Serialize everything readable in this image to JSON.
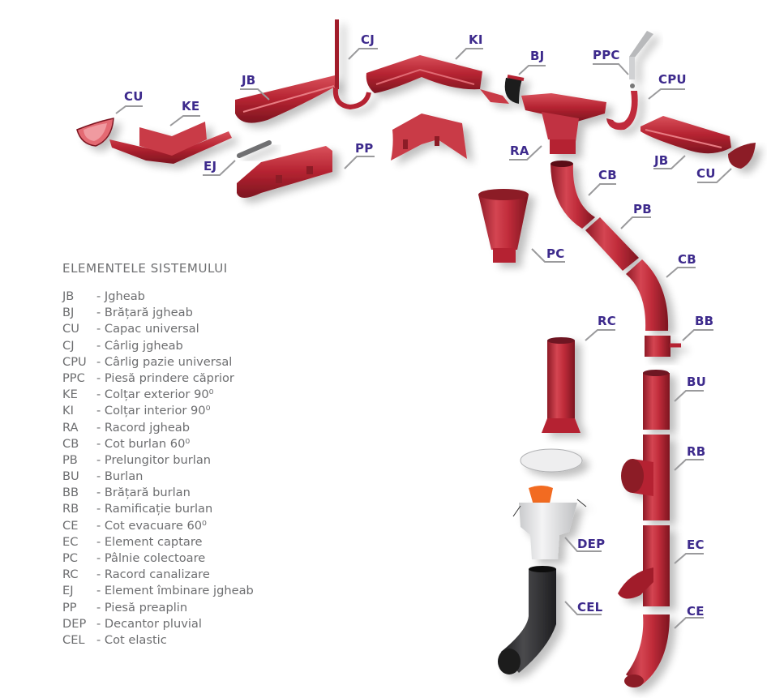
{
  "colors": {
    "gutter_red": "#b52331",
    "gutter_red_dark": "#7d1520",
    "gutter_red_light": "#d9505b",
    "label_purple": "#3d2a8c",
    "leader_gray": "#9a9a9c",
    "legend_text": "#6d6e70",
    "plastic_white": "#e6e7e8",
    "basket_orange": "#f26b21",
    "elastic_black": "#2d2d2f"
  },
  "legend": {
    "title": "ELEMENTELE SISTEMULUI",
    "items": [
      {
        "code": "JB",
        "desc": "- Jgheab"
      },
      {
        "code": "BJ",
        "desc": "- Brățară jgheab"
      },
      {
        "code": "CU",
        "desc": "- Capac universal"
      },
      {
        "code": "CJ",
        "desc": "- Cârlig jgheab"
      },
      {
        "code": "CPU",
        "desc": "- Cârlig pazie universal"
      },
      {
        "code": "PPC",
        "desc": "- Piesă prindere căprior"
      },
      {
        "code": "KE",
        "desc": "- Colțar exterior 90⁰"
      },
      {
        "code": "KI",
        "desc": "- Colțar interior 90⁰"
      },
      {
        "code": "RA",
        "desc": "- Racord jgheab"
      },
      {
        "code": "CB",
        "desc": "- Cot burlan 60⁰"
      },
      {
        "code": "PB",
        "desc": "- Prelungitor burlan"
      },
      {
        "code": "BU",
        "desc": "- Burlan"
      },
      {
        "code": "BB",
        "desc": "- Brățară burlan"
      },
      {
        "code": "RB",
        "desc": "- Ramificație burlan"
      },
      {
        "code": "CE",
        "desc": "- Cot evacuare 60⁰"
      },
      {
        "code": "EC",
        "desc": "- Element captare"
      },
      {
        "code": "PC",
        "desc": "- Pâlnie colectoare"
      },
      {
        "code": "RC",
        "desc": "- Racord canalizare"
      },
      {
        "code": "EJ",
        "desc": "- Element îmbinare jgheab"
      },
      {
        "code": "PP",
        "desc": "- Piesă preaplin"
      },
      {
        "code": "DEP",
        "desc": "- Decantor pluvial"
      },
      {
        "code": "CEL",
        "desc": "- Cot elastic"
      }
    ]
  },
  "callouts": [
    {
      "id": "cu-left",
      "text": "CU"
    },
    {
      "id": "ke",
      "text": "KE"
    },
    {
      "id": "jb-left",
      "text": "JB"
    },
    {
      "id": "cj",
      "text": "CJ"
    },
    {
      "id": "ki",
      "text": "KI"
    },
    {
      "id": "bj",
      "text": "BJ"
    },
    {
      "id": "ppc",
      "text": "PPC"
    },
    {
      "id": "cpu",
      "text": "CPU"
    },
    {
      "id": "ej",
      "text": "EJ"
    },
    {
      "id": "pp",
      "text": "PP"
    },
    {
      "id": "ra",
      "text": "RA"
    },
    {
      "id": "jb-right",
      "text": "JB"
    },
    {
      "id": "cu-right",
      "text": "CU"
    },
    {
      "id": "cb-top",
      "text": "CB"
    },
    {
      "id": "pb",
      "text": "PB"
    },
    {
      "id": "pc",
      "text": "PC"
    },
    {
      "id": "cb-bottom",
      "text": "CB"
    },
    {
      "id": "rc",
      "text": "RC"
    },
    {
      "id": "bb",
      "text": "BB"
    },
    {
      "id": "bu",
      "text": "BU"
    },
    {
      "id": "rb",
      "text": "RB"
    },
    {
      "id": "dep",
      "text": "DEP"
    },
    {
      "id": "ec",
      "text": "EC"
    },
    {
      "id": "cel",
      "text": "CEL"
    },
    {
      "id": "ce",
      "text": "CE"
    }
  ]
}
